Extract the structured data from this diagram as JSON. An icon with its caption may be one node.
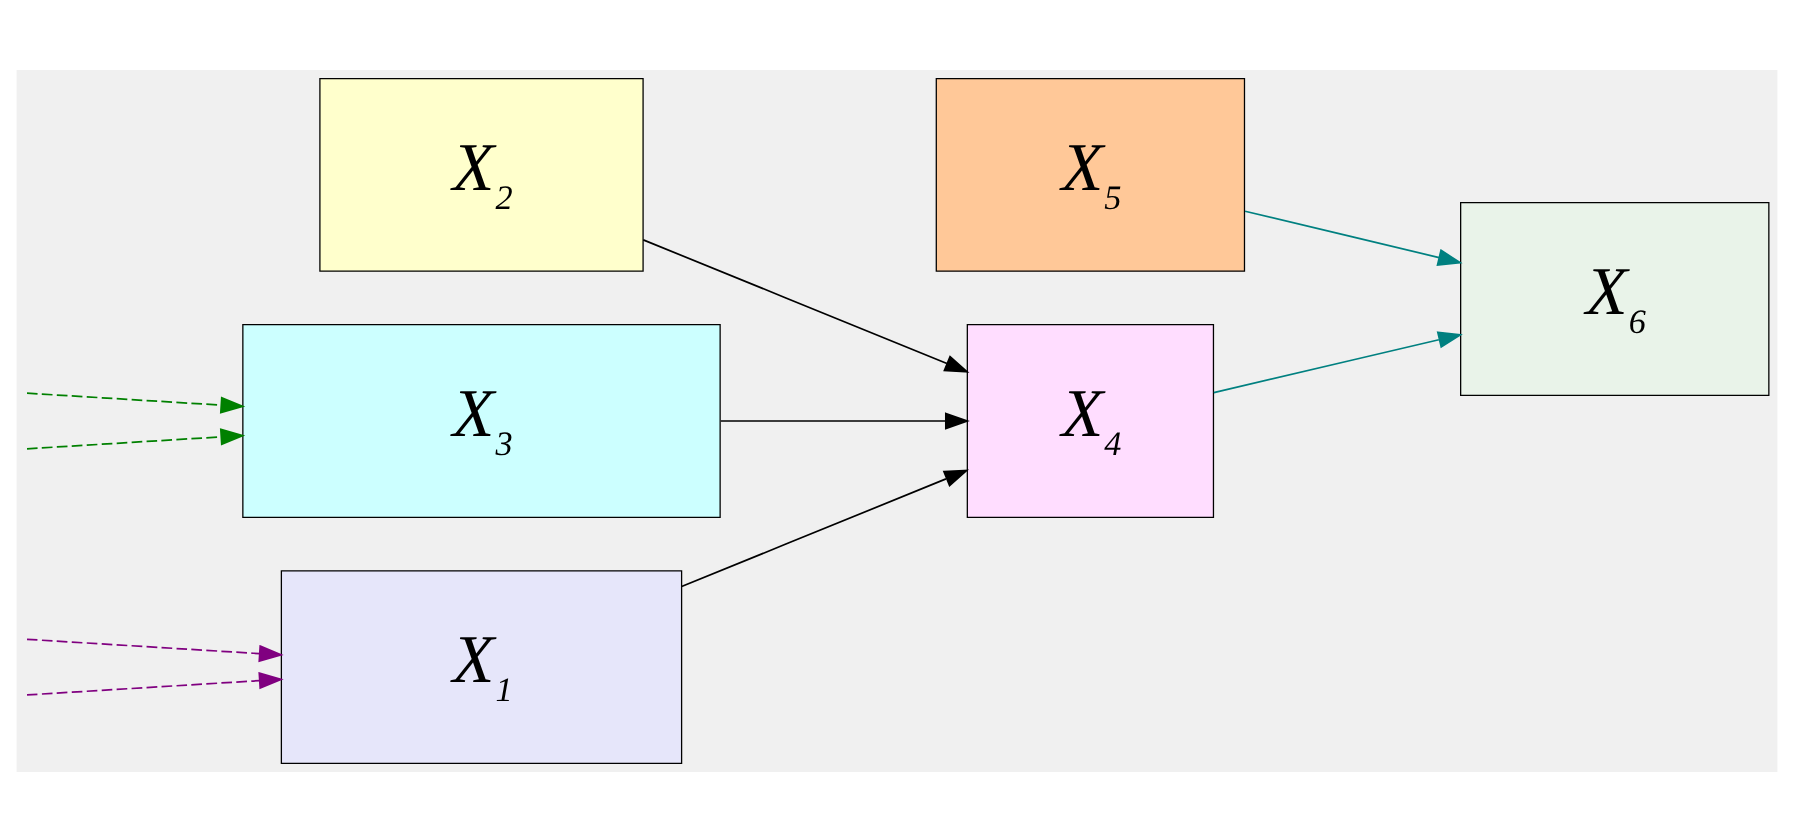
{
  "diagram": {
    "nodes": [
      {
        "text": [
          "X$_{1}$"
        ]
      },
      {
        "text": [
          "X$_{2}$"
        ]
      },
      {
        "text": [
          "X$_{3}$"
        ]
      },
      {
        "text": [
          "X$_{4}$"
        ]
      },
      {
        "text": [
          "X$_{5}$"
        ]
      },
      {
        "text": [
          "X$_{6}$"
        ]
      }
    ],
    "edges": [
      {
        "from": 0,
        "to": 3,
        "arrow": "to"
      },
      {
        "from": 1,
        "to": 3,
        "arrow": "to"
      },
      {
        "from": 2,
        "to": 3,
        "arrow": "to"
      },
      {
        "from": 3,
        "to": 5,
        "arrow": "to",
        "color": "#008080"
      },
      {
        "from": 4,
        "to": 5,
        "arrow": "to",
        "color": "#008080"
      },
      {
        "from": null,
        "to": 0,
        "arrow": "to",
        "style": "dashed",
        "color": "#800080"
      },
      {
        "from": null,
        "to": 0,
        "arrow": "to",
        "style": "dashed",
        "color": "#800080"
      },
      {
        "from": null,
        "to": 2,
        "arrow": "to",
        "style": "dashed",
        "color": "#008000"
      },
      {
        "from": null,
        "to": 2,
        "arrow": "to",
        "style": "dashed",
        "color": "#008000"
      }
    ]
  }
}
